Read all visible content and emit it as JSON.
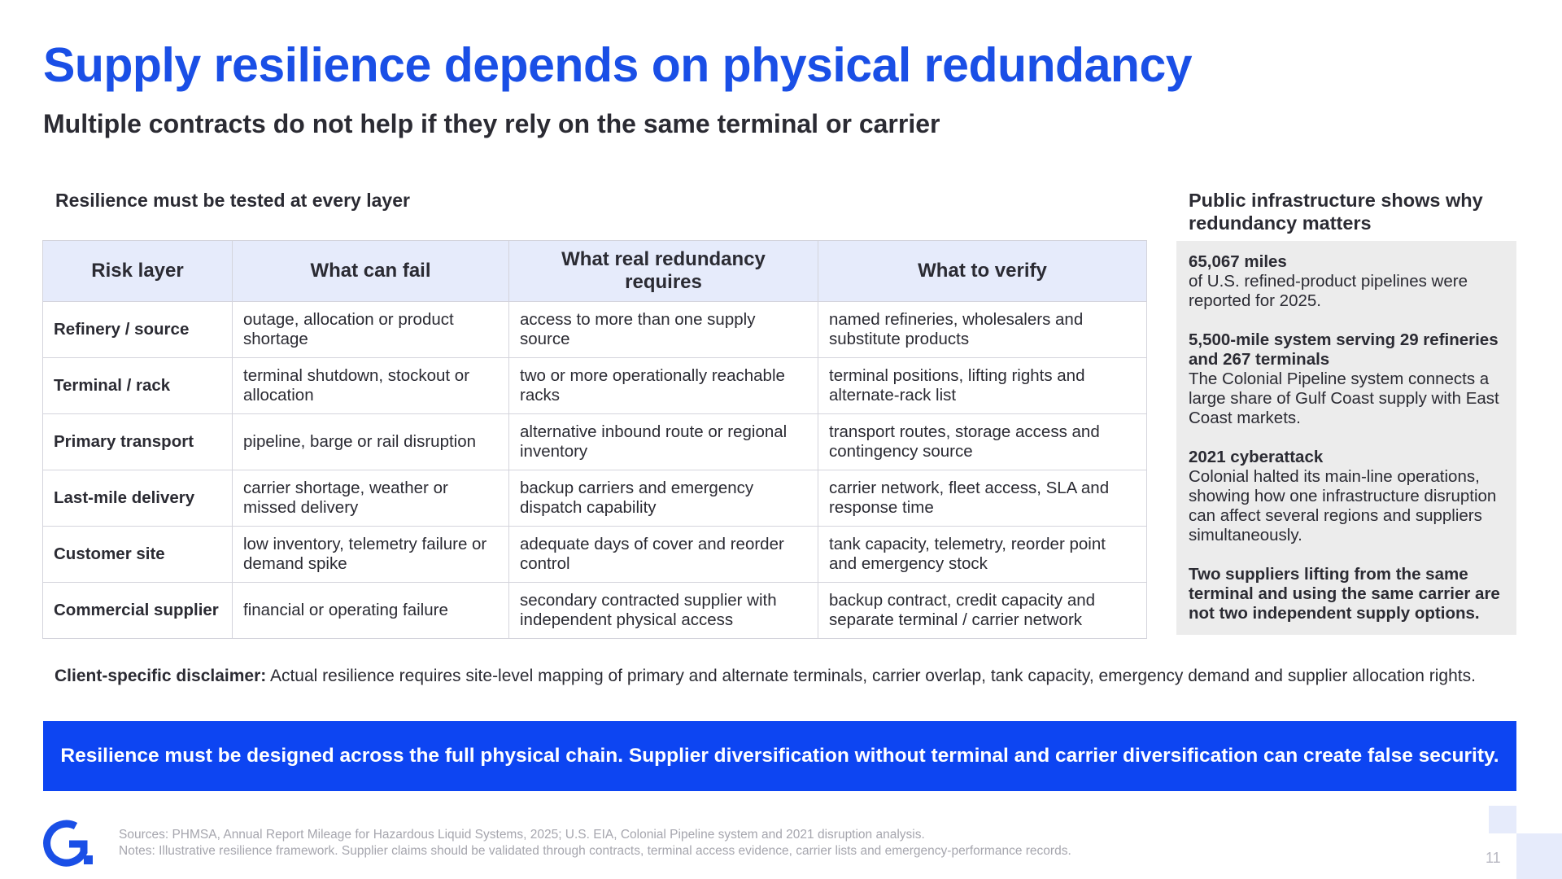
{
  "title": "Supply resilience depends on physical redundancy",
  "subtitle": "Multiple contracts do not help if they rely on the same terminal or carrier",
  "table_section": {
    "heading": "Resilience must be tested at every layer",
    "headers": [
      "Risk layer",
      "What can fail",
      "What real redundancy requires",
      "What to verify"
    ],
    "rows": [
      [
        "Refinery / source",
        "outage, allocation or product shortage",
        "access to more than one supply source",
        "named refineries, wholesalers and substitute products"
      ],
      [
        "Terminal / rack",
        "terminal shutdown, stockout or allocation",
        "two or more operationally reachable racks",
        "terminal positions, lifting rights and alternate-rack list"
      ],
      [
        "Primary transport",
        "pipeline, barge or rail disruption",
        "alternative inbound route or regional inventory",
        "transport routes, storage access and contingency source"
      ],
      [
        "Last-mile delivery",
        "carrier shortage, weather or missed delivery",
        "backup carriers and emergency dispatch capability",
        "carrier network, fleet access, SLA and response time"
      ],
      [
        "Customer site",
        "low inventory, telemetry failure or demand spike",
        "adequate days of cover and reorder control",
        "tank capacity, telemetry, reorder point and emergency stock"
      ],
      [
        "Commercial supplier",
        "financial or operating failure",
        "secondary contracted supplier with independent physical access",
        "backup contract, credit capacity and separate terminal / carrier network"
      ]
    ]
  },
  "sidebar": {
    "heading": "Public infrastructure shows why redundancy matters",
    "stats": [
      {
        "headline": "65,067 miles",
        "text": "of U.S. refined-product pipelines were reported for 2025."
      },
      {
        "headline": "5,500-mile system serving 29 refineries and 267 terminals",
        "text": "The Colonial Pipeline system connects a large share of Gulf Coast supply with East Coast markets."
      },
      {
        "headline": "2021 cyberattack",
        "text": "Colonial halted its main-line operations, showing how one infrastructure disruption can affect several regions and suppliers simultaneously."
      }
    ],
    "callout": "Two suppliers lifting from the same terminal and using the same carrier are not two independent supply options."
  },
  "disclaimer": {
    "label": "Client-specific disclaimer:",
    "text": " Actual resilience requires site-level mapping of primary and alternate terminals, carrier overlap, tank capacity, emergency demand and supplier allocation rights."
  },
  "banner": "Resilience must be designed across the full physical chain. Supplier diversification without terminal and carrier diversification can create false security.",
  "footer": {
    "sources": "Sources: PHMSA, Annual Report Mileage for Hazardous Liquid Systems, 2025; U.S. EIA, Colonial Pipeline system and 2021 disruption analysis.",
    "notes": "Notes: Illustrative resilience framework. Supplier claims should be validated through contracts, terminal access evidence, carrier lists and emergency-performance records.",
    "page_number": "11",
    "logo_icon": "g-logo-icon"
  },
  "colors": {
    "brand_blue": "#1a4fe6",
    "banner_blue": "#0d45f2",
    "header_fill": "#e6ebfb",
    "panel_fill": "#ececec"
  }
}
